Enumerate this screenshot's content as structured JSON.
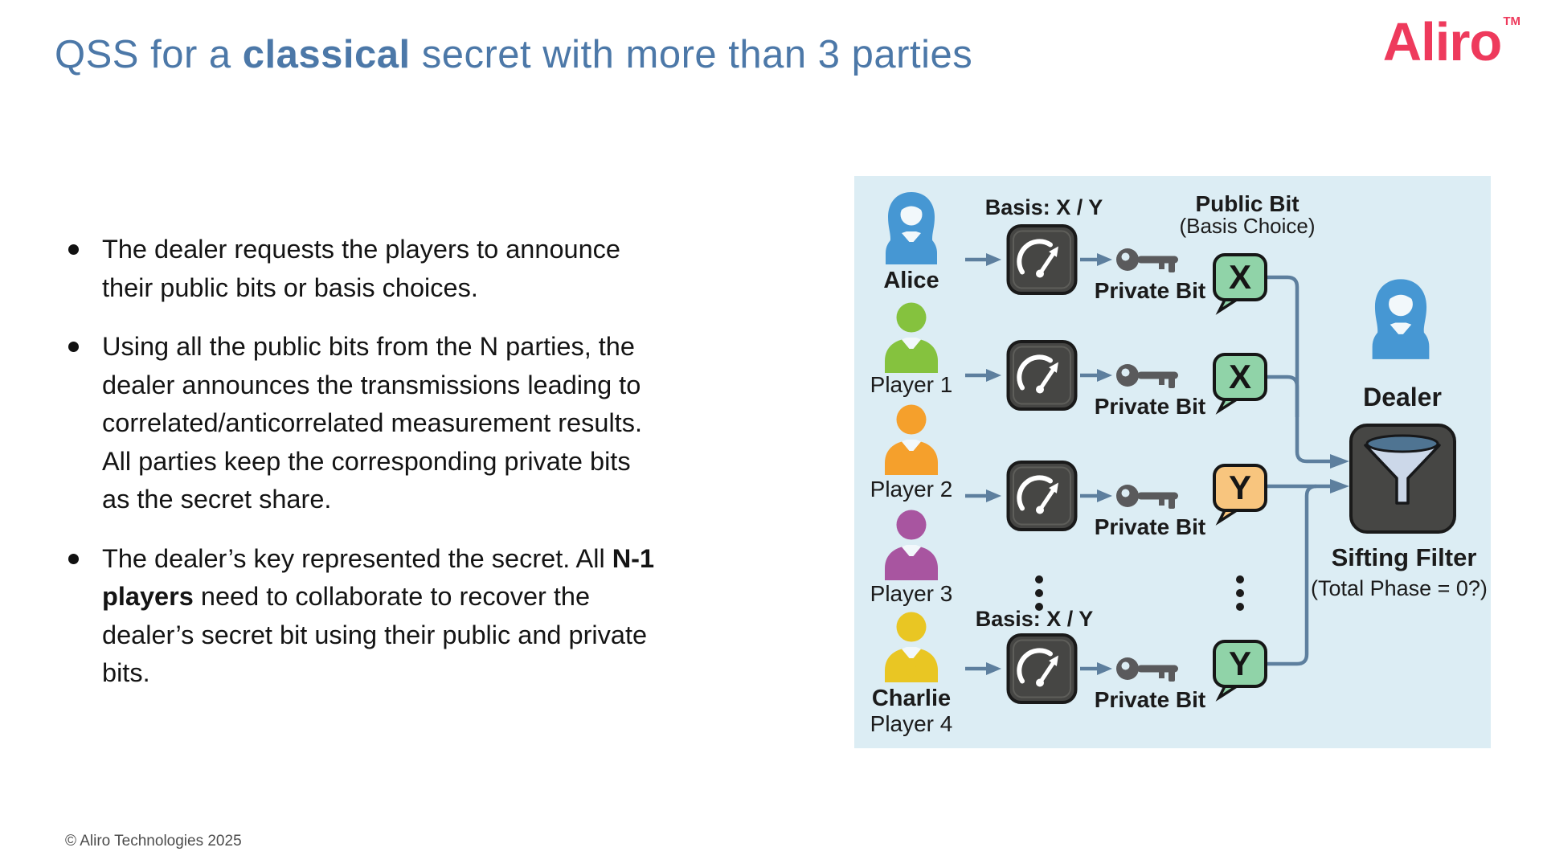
{
  "title": {
    "pre": "QSS for a ",
    "bold": "classical",
    "post": " secret with more than 3 parties"
  },
  "logo": {
    "text": "Aliro",
    "tm": "TM"
  },
  "bullets": [
    {
      "lines": [
        "The dealer requests the players to announce",
        "their public bits or basis choices."
      ]
    },
    {
      "lines": [
        "Using all the public bits from the N parties, the",
        "dealer announces the transmissions leading to",
        "correlated/anticorrelated measurement results.",
        "All parties keep the corresponding private bits",
        "as the secret share."
      ]
    },
    {
      "l1a": "The dealer’s key represented the secret. All ",
      "l1b": "N-1",
      "l2a": "players",
      "l2b": " need to collaborate to recover the",
      "l3": "dealer’s secret bit using their public and private",
      "l4": "bits."
    }
  ],
  "footer": "© Aliro Technologies 2025",
  "diagram": {
    "basis_label_top": "Basis: X / Y",
    "basis_label_bottom": "Basis: X / Y",
    "public_bit_title": "Public Bit",
    "public_bit_subtitle": "(Basis Choice)",
    "private_bit_label": "Private Bit",
    "dealer_label": "Dealer",
    "sifting_filter_title": "Sifting Filter",
    "sifting_filter_subtitle": "(Total Phase = 0?)",
    "rows": [
      {
        "name": "Alice",
        "bubble": "X"
      },
      {
        "name": "Player 1",
        "bubble": "X"
      },
      {
        "name": "Player 2",
        "bubble": "Y"
      },
      {
        "name": "Player 3"
      },
      {
        "name": "Charlie",
        "sub": "Player 4",
        "bubble": "Y"
      }
    ],
    "colors": {
      "panel_bg": "#dcedf4",
      "alice": "#4697d3",
      "player1": "#85c23e",
      "player2": "#f5a02c",
      "player3": "#a855a0",
      "charlie": "#e9c623",
      "dealer": "#4697d3",
      "bubble_green": "#90d3a8",
      "bubble_orange": "#f8c57e",
      "connector": "#5d7f9e",
      "device_gray": "#464644",
      "title_blue": "#4c78a8",
      "logo_red": "#ee3a5c"
    }
  }
}
